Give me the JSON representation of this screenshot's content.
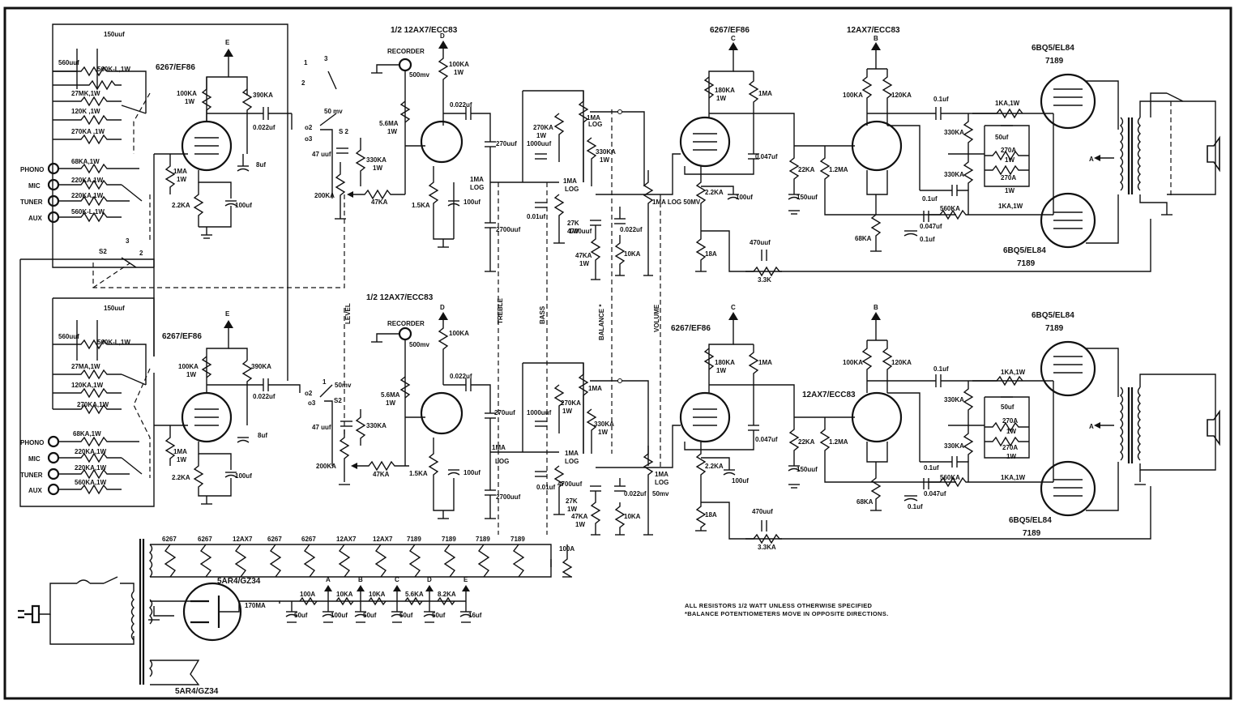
{
  "colors": {
    "ink": "#111111",
    "paper": "#ffffff"
  },
  "tubes": {
    "preamp": "6267/EF86",
    "tone_stage": "1/2 12AX7/ECC83",
    "driver_stage_top": "6267/EF86",
    "phase_inverter": "12AX7/ECC83",
    "output": "6BQ5/EL84",
    "output_alt": "7189",
    "rectifier": "5AR4/GZ34"
  },
  "jacks": {
    "phono": "PHONO",
    "mic": "MIC",
    "tuner": "TUNER",
    "aux": "AUX",
    "recorder": "RECORDER",
    "recorder_level": "500mv"
  },
  "controls": {
    "level": "LEVEL",
    "treble": "TREBLE",
    "bass": "BASS",
    "balance": "BALANCE *",
    "volume": "VOLUME"
  },
  "switches": {
    "s2": "S2",
    "s2_top": "S 2",
    "pos1": "1",
    "pos2": "2",
    "pos3": "3",
    "mv50": "50mv",
    "mv50_b": "50 mv",
    "mv50_c": "50mv",
    "mv50_log": "1MA LOG 50MV",
    "pos_o2": "o2",
    "pos_o3": "o3"
  },
  "supply_nodes": {
    "a": "A",
    "b": "B",
    "c": "C",
    "d": "D",
    "e": "E"
  },
  "input_network": {
    "c_top_a": "150uuf",
    "c_top_b": "150uuf",
    "c_left_a": "560uuf",
    "c_left_b": "560uuf",
    "r_fb_a": "560K-L,1W",
    "r_fb_b": "560K-L,1W",
    "r1_a": "27MK,1W",
    "r1_b": "27MA,1W",
    "r2_a": "120K ,1W",
    "r2_b": "120KA,1W",
    "r3_a": "270KA ,1W",
    "r3_b": "270KA,1W",
    "r_ph_a": "68KA,1W",
    "r_ph_b": "68KA,1W",
    "r_mic_a": "220KA,1W",
    "r_mic_b": "220KA,1W",
    "r_tun_a": "220KA,1W",
    "r_tun_b": "220KA,1W",
    "r_aux_a": "560K-L,1W",
    "r_aux_b": "560KA,1W"
  },
  "preamp_parts": {
    "r_plate": "100KA",
    "r_plate_w": "1W",
    "r_screen": "390KA",
    "c_cpl": "0.022uf",
    "c_screen": "8uf",
    "r_grid": "1MA",
    "r_grid_w": "1W",
    "r_cath": "2.2KA",
    "c_cath": "100uf"
  },
  "level_parts": {
    "c": "47 uuf",
    "r_a": "330KA",
    "r_b": "1W",
    "pot": "200KA",
    "r_series": "47KA"
  },
  "tone_parts": {
    "r_plate": "100KA",
    "r_plate_w": "1W",
    "r_grid": "5.6MA",
    "r_grid_w": "1W",
    "c_out": "0.022uf",
    "r_cath": "1.5KA",
    "c_cath": "100uf",
    "c_treb_top": "270uuf",
    "c_treb_bot": "2700uuf",
    "pot_treb": "1MA",
    "pot_treb_log": "LOG",
    "r_bass_top": "270KA",
    "r_bass_w": "1W",
    "c_bass_top": "1000uuf",
    "pot_bass": "1MA",
    "pot_bass_log": "LOG",
    "c_bass_bot": "0.01uf",
    "r_bass_bot": "27K",
    "r_bass_bot_w": "1W",
    "pot_bal": "1MA",
    "pot_bal_log": "LOG",
    "r_bal": "330KA",
    "r_bal_w": "1W",
    "c_vol_a": "4700uuf",
    "r_vol": "47KA",
    "r_vol_w": "1W",
    "c_vol_b": "0.022uf",
    "r_vol_b": "10KA"
  },
  "driver_parts": {
    "r_plate": "180KA",
    "r_plate_w": "1W",
    "r_screen": "1MA",
    "c_screen": "0.047uf",
    "r_cath": "2.2KA",
    "c_cath": "100uf",
    "r_cath2": "18A",
    "c_fb": "470uuf",
    "r_fb": "3.3K",
    "r_fb_b": "3.3KA",
    "r_grid_next": "22KA",
    "c_dec": "150uuf"
  },
  "pi_parts": {
    "r_pa": "100KA",
    "r_pb": "120KA",
    "r_grid": "1.2MA",
    "r_tail": "68KA",
    "c_out_a": "0.1uf",
    "c_out_b": "0.1uf",
    "r_g_a": "330KA",
    "r_g_b": "330KA",
    "c_in": "0.047uf",
    "c_in_b": "0.1uf",
    "r_stop_a": "560KA",
    "r_scr_a": "1KA,1W",
    "r_scr_b": "1KA,1W",
    "c_bypass": "50uf",
    "r_270_a": "270A",
    "r_270_b": "270A",
    "r_w": "1W"
  },
  "power": {
    "heater_tubes": [
      "6267",
      "6267",
      "12AX7",
      "6267",
      "6267",
      "12AX7",
      "12AX7",
      "7189",
      "7189",
      "7189",
      "7189"
    ],
    "heater_r": "100A",
    "current": "170MA",
    "filter_r": [
      "100A",
      "10KA",
      "10KA",
      "5.6KA",
      "8.2KA"
    ],
    "filter_c": [
      "50uf",
      "100uf",
      "50uf",
      "50uf",
      "50uf",
      "16uf"
    ]
  },
  "notes": {
    "line1": "ALL RESISTORS 1/2 WATT UNLESS OTHERWISE SPECIFIED",
    "line2": "*BALANCE POTENTIOMETERS MOVE IN OPPOSITE DIRECTIONS."
  }
}
